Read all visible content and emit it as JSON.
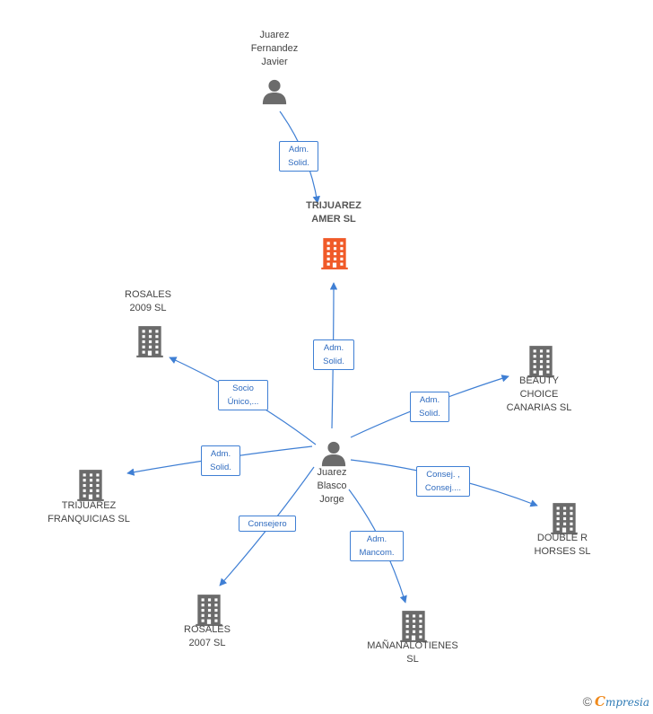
{
  "colors": {
    "edge": "#3f7fd4",
    "company": "#6b6b6b",
    "company_main": "#f05a28",
    "person": "#6b6b6b",
    "brand_e": "#f08a1c",
    "brand": "#2f7bb6"
  },
  "nodes": [
    {
      "id": "fernandez",
      "type": "person",
      "label": "Juarez\nFernandez\nJavier"
    },
    {
      "id": "trijuarez_amer",
      "type": "company_main",
      "label": "TRIJUAREZ\nAMER SL"
    },
    {
      "id": "blasco",
      "type": "person",
      "label": "Juarez\nBlasco\nJorge"
    },
    {
      "id": "rosales2009",
      "type": "company",
      "label": "ROSALES\n2009  SL"
    },
    {
      "id": "beauty",
      "type": "company",
      "label": "BEAUTY\nCHOICE\nCANARIAS SL"
    },
    {
      "id": "franquicias",
      "type": "company",
      "label": "TRIJUAREZ\nFRANQUICIAS SL"
    },
    {
      "id": "doubler",
      "type": "company",
      "label": "DOUBLE R\nHORSES  SL"
    },
    {
      "id": "rosales2007",
      "type": "company",
      "label": "ROSALES\n2007 SL"
    },
    {
      "id": "manana",
      "type": "company",
      "label": "MAÑANALOTIENES\nSL"
    }
  ],
  "edges": [
    {
      "from": "fernandez",
      "to": "trijuarez_amer",
      "label": "Adm.\nSolid."
    },
    {
      "from": "blasco",
      "to": "trijuarez_amer",
      "label": "Adm.\nSolid."
    },
    {
      "from": "blasco",
      "to": "rosales2009",
      "label": "Socio\nÚnico,..."
    },
    {
      "from": "blasco",
      "to": "beauty",
      "label": "Adm.\nSolid."
    },
    {
      "from": "blasco",
      "to": "franquicias",
      "label": "Adm.\nSolid."
    },
    {
      "from": "blasco",
      "to": "doubler",
      "label": "Consej. ,\nConsej...."
    },
    {
      "from": "blasco",
      "to": "rosales2007",
      "label": "Consejero"
    },
    {
      "from": "blasco",
      "to": "manana",
      "label": "Adm.\nMancom."
    }
  ],
  "footer": {
    "copyright": "©",
    "brand_initial": "C",
    "brand_rest": "mpresia"
  }
}
